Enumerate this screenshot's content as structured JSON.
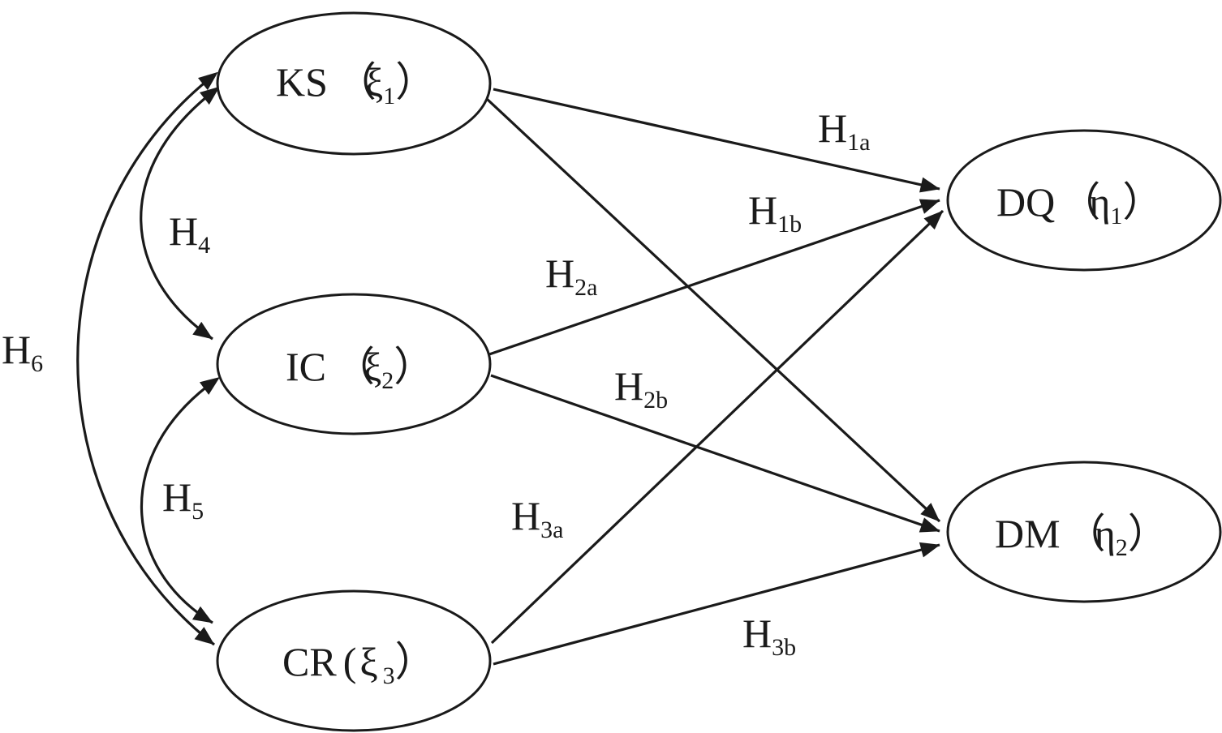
{
  "nodes": {
    "ks": {
      "name": "KS",
      "open": "（",
      "symbol": "ξ",
      "index": "1",
      "close": "）"
    },
    "ic": {
      "name": "IC",
      "open": "（",
      "symbol": "ξ",
      "index": "2",
      "close": "）"
    },
    "cr": {
      "name": "CR",
      "open": "(",
      "symbol": "ξ",
      "index": "3",
      "close": "）"
    },
    "dq": {
      "name": "DQ",
      "open": "（",
      "symbol": "η",
      "index": "1",
      "close": "）"
    },
    "dm": {
      "name": "DM",
      "open": "（",
      "symbol": "η",
      "index": "2",
      "close": "）"
    }
  },
  "edges": {
    "h1a": {
      "letter": "H",
      "sub": "1a"
    },
    "h1b": {
      "letter": "H",
      "sub": "1b"
    },
    "h2a": {
      "letter": "H",
      "sub": "2a"
    },
    "h2b": {
      "letter": "H",
      "sub": "2b"
    },
    "h3a": {
      "letter": "H",
      "sub": "3a"
    },
    "h3b": {
      "letter": "H",
      "sub": "3b"
    },
    "h4": {
      "letter": "H",
      "sub": "4"
    },
    "h5": {
      "letter": "H",
      "sub": "5"
    },
    "h6": {
      "letter": "H",
      "sub": "6"
    }
  },
  "colors": {
    "stroke": "#1a1a1a",
    "background": "#ffffff"
  }
}
